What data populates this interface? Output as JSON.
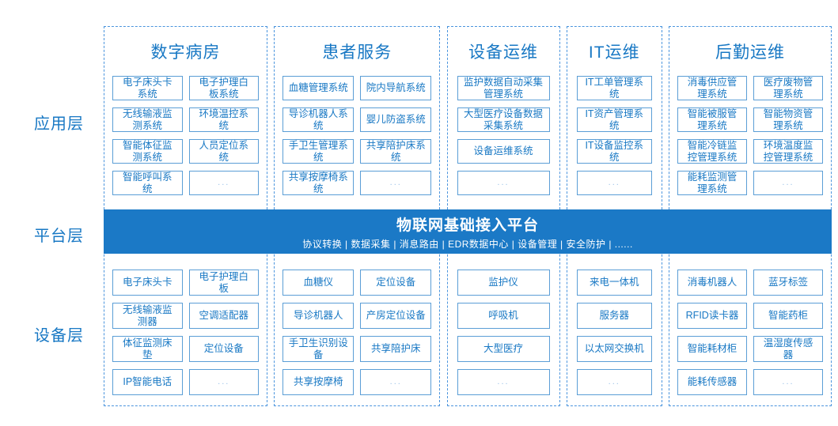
{
  "diagram": {
    "layers": {
      "application": {
        "label": "应用层"
      },
      "platform": {
        "label": "平台层",
        "title": "物联网基础接入平台",
        "subtitle": "协议转换 | 数据采集 | 消息路由 | EDR数据中心 | 设备管理 | 安全防护 | ......"
      },
      "device": {
        "label": "设备层"
      }
    },
    "columns": [
      {
        "title": "数字病房",
        "apps": [
          "电子床头卡系统",
          "电子护理白板系统",
          "无线输液监测系统",
          "环境温控系统",
          "智能体征监测系统",
          "人员定位系统",
          "智能呼叫系统",
          "..."
        ],
        "devices": [
          "电子床头卡",
          "电子护理白板",
          "无线输液监测器",
          "空调适配器",
          "体征监测床垫",
          "定位设备",
          "IP智能电话",
          "..."
        ]
      },
      {
        "title": "患者服务",
        "apps": [
          "血糖管理系统",
          "院内导航系统",
          "导诊机器人系统",
          "婴儿防盗系统",
          "手卫生管理系统",
          "共享陪护床系统",
          "共享按摩椅系统",
          "..."
        ],
        "devices": [
          "血糖仪",
          "定位设备",
          "导诊机器人",
          "产房定位设备",
          "手卫生识别设备",
          "共享陪护床",
          "共享按摩椅",
          "..."
        ]
      },
      {
        "title": "设备运维",
        "apps": [
          "监护数据自动采集管理系统",
          "大型医疗设备数据采集系统",
          "设备运维系统",
          "..."
        ],
        "devices": [
          "监护仪",
          "呼吸机",
          "大型医疗",
          "..."
        ]
      },
      {
        "title": "IT运维",
        "apps": [
          "IT工单管理系统",
          "IT资产管理系统",
          "IT设备监控系统",
          "..."
        ],
        "devices": [
          "来电一体机",
          "服务器",
          "以太网交换机",
          "..."
        ]
      },
      {
        "title": "后勤运维",
        "apps": [
          "消毒供应管理系统",
          "医疗废物管理系统",
          "智能被服管理系统",
          "智能物资管理系统",
          "智能冷链监控管理系统",
          "环境温度监控管理系统",
          "能耗监测管理系统",
          "..."
        ],
        "devices": [
          "消毒机器人",
          "蓝牙标签",
          "RFID读卡器",
          "智能药柜",
          "智能耗材柜",
          "温湿度传感器",
          "能耗传感器",
          "..."
        ]
      }
    ],
    "colors": {
      "accent_blue": "#1878c4",
      "band_blue": "#1b79c6",
      "item_border": "#5b9ed6",
      "column_border": "#4a94dd"
    }
  }
}
